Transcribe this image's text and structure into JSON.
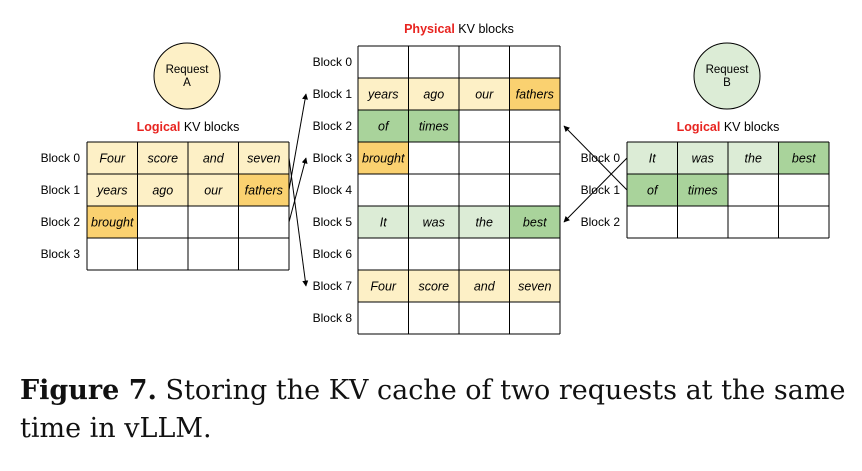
{
  "request_a": {
    "label": "Request\nA",
    "fill": "#fdf0c6"
  },
  "request_b": {
    "label": "Request\nB",
    "fill": "#dcecd6"
  },
  "physical_title": {
    "highlight": "Physical",
    "rest": " KV blocks"
  },
  "logical_title_a": {
    "highlight": "Logical",
    "rest": " KV blocks"
  },
  "logical_title_b": {
    "highlight": "Logical",
    "rest": " KV blocks"
  },
  "colors": {
    "highlight_red": "#e8231f",
    "a_light": "#fdf0c6",
    "a_dark": "#fad170",
    "b_light": "#dcecd6",
    "b_dark": "#a9d39b",
    "grid": "#000000"
  },
  "logical_a": {
    "block_labels": [
      "Block 0",
      "Block 1",
      "Block 2",
      "Block 3"
    ],
    "rows": [
      [
        {
          "t": "Four",
          "c": "a_light"
        },
        {
          "t": "score",
          "c": "a_light"
        },
        {
          "t": "and",
          "c": "a_light"
        },
        {
          "t": "seven",
          "c": "a_light"
        }
      ],
      [
        {
          "t": "years",
          "c": "a_light"
        },
        {
          "t": "ago",
          "c": "a_light"
        },
        {
          "t": "our",
          "c": "a_light"
        },
        {
          "t": "fathers",
          "c": "a_dark"
        }
      ],
      [
        {
          "t": "brought",
          "c": "a_dark"
        },
        {
          "t": "",
          "c": ""
        },
        {
          "t": "",
          "c": ""
        },
        {
          "t": "",
          "c": ""
        }
      ],
      [
        {
          "t": "",
          "c": ""
        },
        {
          "t": "",
          "c": ""
        },
        {
          "t": "",
          "c": ""
        },
        {
          "t": "",
          "c": ""
        }
      ]
    ]
  },
  "physical": {
    "block_labels": [
      "Block 0",
      "Block 1",
      "Block 2",
      "Block 3",
      "Block 4",
      "Block 5",
      "Block 6",
      "Block 7",
      "Block 8"
    ],
    "rows": [
      [
        {
          "t": "",
          "c": ""
        },
        {
          "t": "",
          "c": ""
        },
        {
          "t": "",
          "c": ""
        },
        {
          "t": "",
          "c": ""
        }
      ],
      [
        {
          "t": "years",
          "c": "a_light"
        },
        {
          "t": "ago",
          "c": "a_light"
        },
        {
          "t": "our",
          "c": "a_light"
        },
        {
          "t": "fathers",
          "c": "a_dark"
        }
      ],
      [
        {
          "t": "of",
          "c": "b_dark"
        },
        {
          "t": "times",
          "c": "b_dark"
        },
        {
          "t": "",
          "c": ""
        },
        {
          "t": "",
          "c": ""
        }
      ],
      [
        {
          "t": "brought",
          "c": "a_dark"
        },
        {
          "t": "",
          "c": ""
        },
        {
          "t": "",
          "c": ""
        },
        {
          "t": "",
          "c": ""
        }
      ],
      [
        {
          "t": "",
          "c": ""
        },
        {
          "t": "",
          "c": ""
        },
        {
          "t": "",
          "c": ""
        },
        {
          "t": "",
          "c": ""
        }
      ],
      [
        {
          "t": "It",
          "c": "b_light"
        },
        {
          "t": "was",
          "c": "b_light"
        },
        {
          "t": "the",
          "c": "b_light"
        },
        {
          "t": "best",
          "c": "b_dark"
        }
      ],
      [
        {
          "t": "",
          "c": ""
        },
        {
          "t": "",
          "c": ""
        },
        {
          "t": "",
          "c": ""
        },
        {
          "t": "",
          "c": ""
        }
      ],
      [
        {
          "t": "Four",
          "c": "a_light"
        },
        {
          "t": "score",
          "c": "a_light"
        },
        {
          "t": "and",
          "c": "a_light"
        },
        {
          "t": "seven",
          "c": "a_light"
        }
      ],
      [
        {
          "t": "",
          "c": ""
        },
        {
          "t": "",
          "c": ""
        },
        {
          "t": "",
          "c": ""
        },
        {
          "t": "",
          "c": ""
        }
      ]
    ]
  },
  "logical_b": {
    "block_labels": [
      "Block 0",
      "Block 1",
      "Block 2"
    ],
    "rows": [
      [
        {
          "t": "It",
          "c": "b_light"
        },
        {
          "t": "was",
          "c": "b_light"
        },
        {
          "t": "the",
          "c": "b_light"
        },
        {
          "t": "best",
          "c": "b_dark"
        }
      ],
      [
        {
          "t": "of",
          "c": "b_dark"
        },
        {
          "t": "times",
          "c": "b_dark"
        },
        {
          "t": "",
          "c": ""
        },
        {
          "t": "",
          "c": ""
        }
      ],
      [
        {
          "t": "",
          "c": ""
        },
        {
          "t": "",
          "c": ""
        },
        {
          "t": "",
          "c": ""
        },
        {
          "t": "",
          "c": ""
        }
      ]
    ]
  },
  "mappings": [
    {
      "from_table": "logical_a",
      "from_block": 0,
      "to_block": 7
    },
    {
      "from_table": "logical_a",
      "from_block": 1,
      "to_block": 1
    },
    {
      "from_table": "logical_a",
      "from_block": 2,
      "to_block": 3
    },
    {
      "from_table": "logical_b",
      "from_block": 0,
      "to_block": 5
    },
    {
      "from_table": "logical_b",
      "from_block": 1,
      "to_block": 2
    }
  ],
  "caption": {
    "label": "Figure 7.",
    "text": " Storing the KV cache of two requests at the same time in vLLM."
  }
}
